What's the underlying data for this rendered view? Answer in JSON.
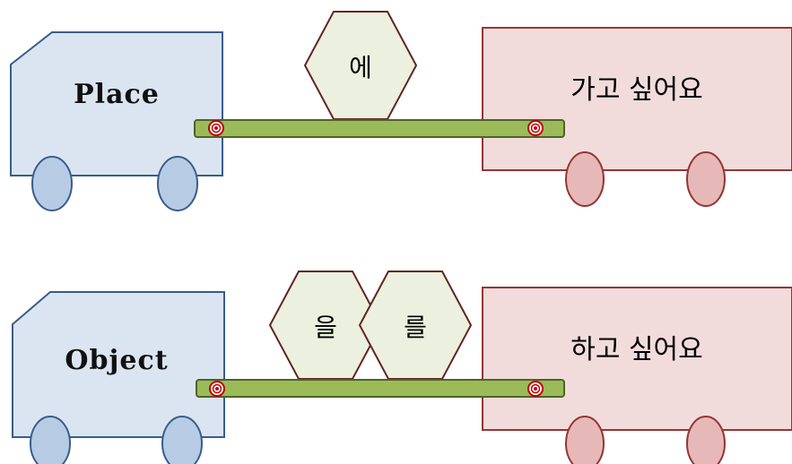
{
  "rows": [
    {
      "left_truck_label": "Place",
      "particles": [
        "에"
      ],
      "right_truck_label": "가고 싶어요"
    },
    {
      "left_truck_label": "Object",
      "particles": [
        "을",
        "를"
      ],
      "right_truck_label": "하고 싶어요"
    }
  ],
  "colors": {
    "left_truck_fill": "#dbe5f1",
    "left_truck_stroke": "#385d8a",
    "right_truck_fill": "#f2dcdb",
    "right_truck_stroke": "#943634",
    "connector_bar": "#9bbb59",
    "particle_block": "#ebf1de",
    "bolt": "#c00000"
  }
}
